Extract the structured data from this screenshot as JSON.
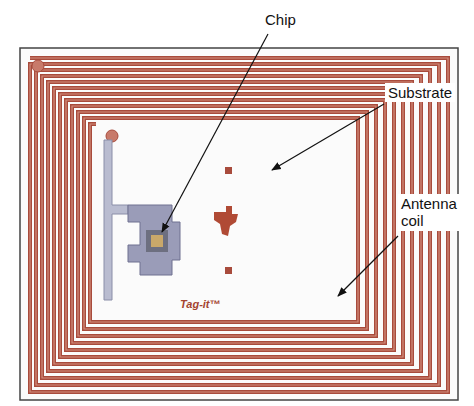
{
  "diagram": {
    "labels": [
      "Chip",
      "Substrate",
      "Antenna coil",
      "Tag-it™"
    ]
  }
}
